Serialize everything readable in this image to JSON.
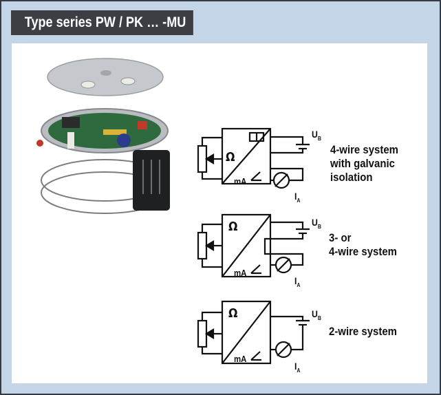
{
  "panel": {
    "title": "Type series PW / PK … -MU"
  },
  "diagrams": [
    {
      "caption_lines": [
        "4-wire system",
        "with galvanic",
        "isolation"
      ],
      "supply_label": "U",
      "supply_sub": "B",
      "current_label": "I",
      "current_sub": "A",
      "ohm_symbol": "Ω",
      "ma_symbol": "mA"
    },
    {
      "caption_lines": [
        "3- or",
        "4-wire system"
      ],
      "supply_label": "U",
      "supply_sub": "B",
      "current_label": "I",
      "current_sub": "A",
      "ohm_symbol": "Ω",
      "ma_symbol": "mA"
    },
    {
      "caption_lines": [
        "2-wire system"
      ],
      "supply_label": "U",
      "supply_sub": "B",
      "current_label": "I",
      "current_sub": "A",
      "ohm_symbol": "Ω",
      "ma_symbol": "mA"
    }
  ],
  "colors": {
    "panel_bg": "#c3d5e7",
    "title_bg": "#3c3e44",
    "title_accent": "#2a6fba",
    "device_body": "#a9adb2"
  }
}
